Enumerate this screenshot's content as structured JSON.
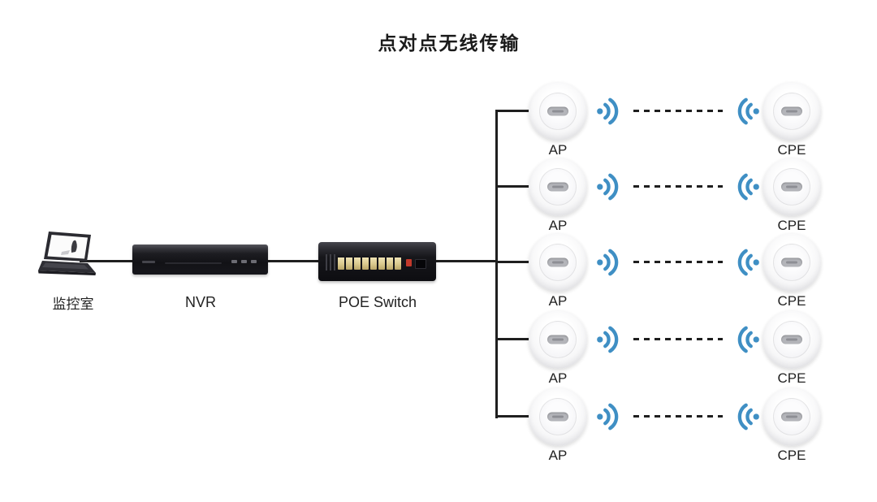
{
  "title": "点对点无线传输",
  "source_chain": {
    "laptop_label": "监控室",
    "nvr_label": "NVR",
    "switch_label": "POE Switch"
  },
  "wireless_links": [
    {
      "ap_label": "AP",
      "cpe_label": "CPE"
    },
    {
      "ap_label": "AP",
      "cpe_label": "CPE"
    },
    {
      "ap_label": "AP",
      "cpe_label": "CPE"
    },
    {
      "ap_label": "AP",
      "cpe_label": "CPE"
    },
    {
      "ap_label": "AP",
      "cpe_label": "CPE"
    }
  ],
  "icons": {
    "wifi_right": "wifi-signal-right",
    "wifi_left": "wifi-signal-left"
  },
  "colors": {
    "background": "#ffffff",
    "cable": "#1f1f1f",
    "wifi_blue": "#3f8fc4",
    "text": "#222222"
  }
}
